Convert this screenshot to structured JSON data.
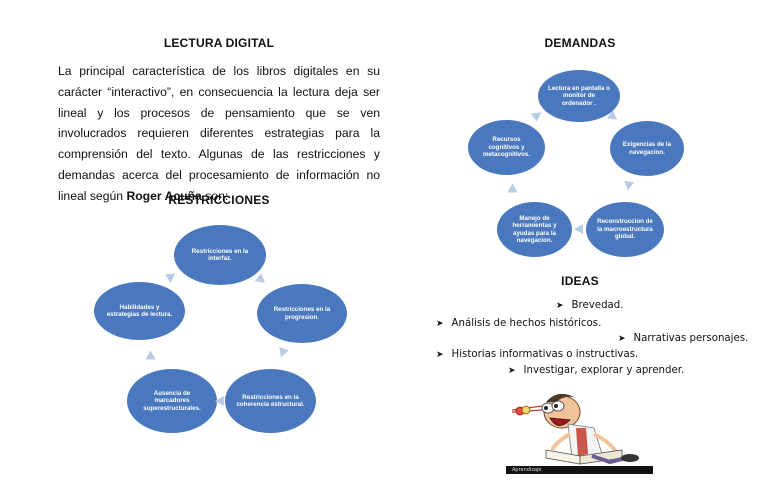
{
  "left": {
    "title": "LECTURA DIGITAL",
    "intro_pre": "La principal característica de los libros digitales en su carácter “interactivo”, en consecuencia la lectura deja ser lineal y los procesos de pensamiento que se ven involucrados requieren diferentes estrategias para la comprensión del texto. Algunas de las restricciones y demandas acerca del procesamiento de información no lineal según ",
    "intro_author": "Roger Acuña",
    "intro_post": " son:",
    "restricciones_title": "RESTRICCIONES",
    "restricciones": [
      "Restricciones en la interfaz.",
      "Restricciones en la progresion.",
      "Restricciones en la coherencia estructural.",
      "Ausencia de marcadores superestructurales.",
      "Habilidades y estrategias de lectura."
    ]
  },
  "right": {
    "title": "DEMANDAS",
    "demandas": [
      "Lectura en pantalla o monitor de ordenador .",
      "Exigencias de la navegacion.",
      "Reconstruccion de la macroestructura global.",
      "Manejo de herramientas y ayudas para la navegacion.",
      "Recursos cognitivos y metacognitivos."
    ],
    "ideas_title": "IDEAS",
    "ideas": [
      "Brevedad.",
      "Análisis de hechos históricos.",
      "Narrativas personajes.",
      "Historias informativas o instructivas.",
      "Investigar, explorar y aprender."
    ],
    "image_caption": "Aprendizaje"
  },
  "colors": {
    "node_fill": "#4a78be",
    "arrow_fill": "#b8cbe6"
  },
  "icons": {
    "bullet": "arrowhead-bullet-icon",
    "illustration": "reader-cartoon-icon"
  }
}
